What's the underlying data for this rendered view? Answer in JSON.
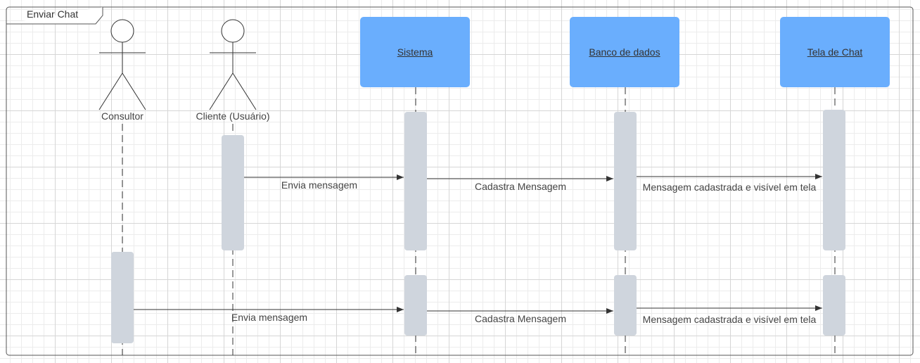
{
  "frame": {
    "title": "Enviar Chat"
  },
  "actors": [
    {
      "id": "consultor",
      "label": "Consultor"
    },
    {
      "id": "cliente",
      "label": "Cliente (Usuário)"
    }
  ],
  "participants": [
    {
      "id": "sistema",
      "label": "Sistema"
    },
    {
      "id": "banco",
      "label": "Banco de dados"
    },
    {
      "id": "tela",
      "label": "Tela de Chat"
    }
  ],
  "messages": [
    {
      "from": "Cliente (Usuário)",
      "to": "Sistema",
      "label": "Envia mensagem"
    },
    {
      "from": "Sistema",
      "to": "Banco de dados",
      "label": "Cadastra Mensagem"
    },
    {
      "from": "Banco de dados",
      "to": "Tela de Chat",
      "label": "Mensagem cadastrada e visível em tela"
    },
    {
      "from": "Consultor",
      "to": "Sistema",
      "label": "Envia mensagem"
    },
    {
      "from": "Sistema",
      "to": "Banco de dados",
      "label": "Cadastra Mensagem"
    },
    {
      "from": "Banco de dados",
      "to": "Tela de Chat",
      "label": "Mensagem cadastrada e visível em tela"
    }
  ],
  "colors": {
    "participant_fill": "#6aaefd",
    "activation_fill": "#cfd5dd",
    "line": "#333333",
    "grid": "#d6d6d6"
  }
}
